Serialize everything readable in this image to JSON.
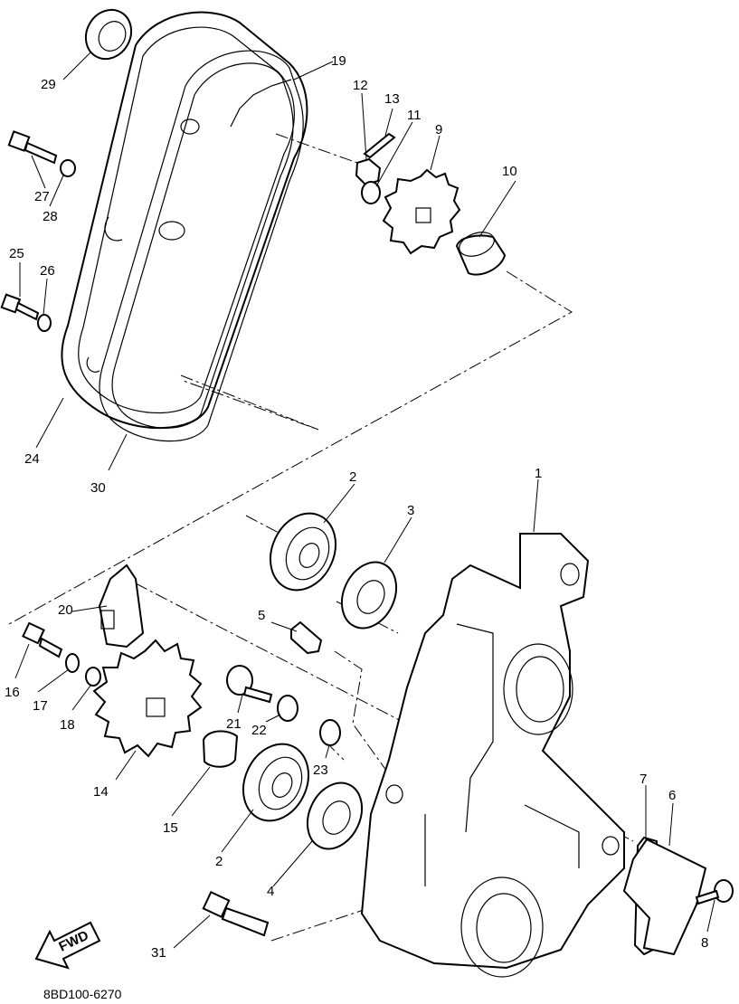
{
  "diagram": {
    "code": "8BD100-6270",
    "fwd_label": "FWD",
    "callouts": [
      "1",
      "2",
      "2",
      "3",
      "4",
      "5",
      "6",
      "7",
      "8",
      "9",
      "10",
      "11",
      "12",
      "13",
      "14",
      "15",
      "16",
      "17",
      "18",
      "19",
      "20",
      "21",
      "22",
      "23",
      "24",
      "25",
      "26",
      "27",
      "28",
      "29",
      "30",
      "31"
    ]
  }
}
